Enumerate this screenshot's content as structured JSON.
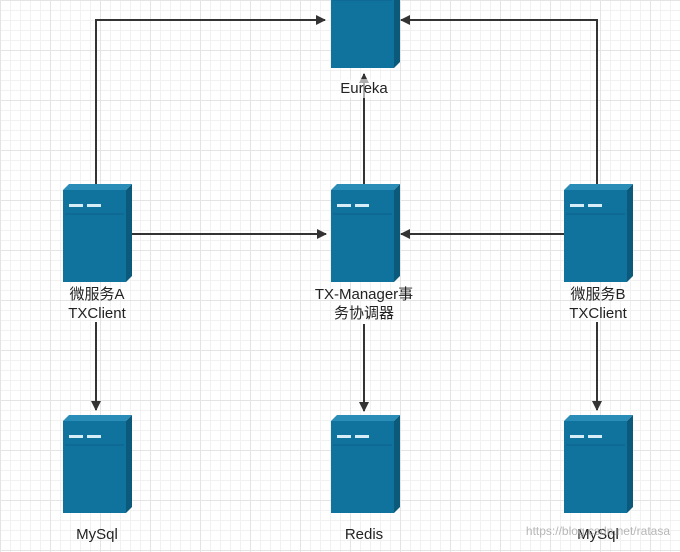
{
  "nodes": {
    "eureka": {
      "line1": "Eureka"
    },
    "service_a": {
      "line1": "微服务A",
      "line2": "TXClient"
    },
    "tx_manager": {
      "line1": "TX-Manager事",
      "line2": "务协调器"
    },
    "service_b": {
      "line1": "微服务B",
      "line2": "TXClient"
    },
    "mysql_a": {
      "line1": "MySql"
    },
    "redis": {
      "line1": "Redis"
    },
    "mysql_b": {
      "line1": "MySql"
    }
  },
  "watermark": "https://blog.csdn.net/ratasa",
  "colors": {
    "server_front": "#10739e",
    "server_side": "#0b5a7c",
    "server_top": "#2a8db7",
    "arrow": "#333333"
  }
}
